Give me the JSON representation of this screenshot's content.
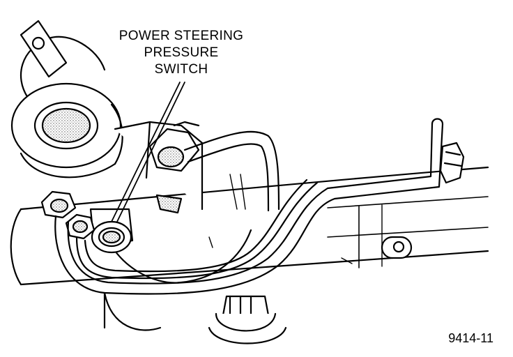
{
  "callout": {
    "lines": [
      "POWER STEERING",
      "PRESSURE",
      "SWITCH"
    ]
  },
  "figure_id": "9414-11"
}
